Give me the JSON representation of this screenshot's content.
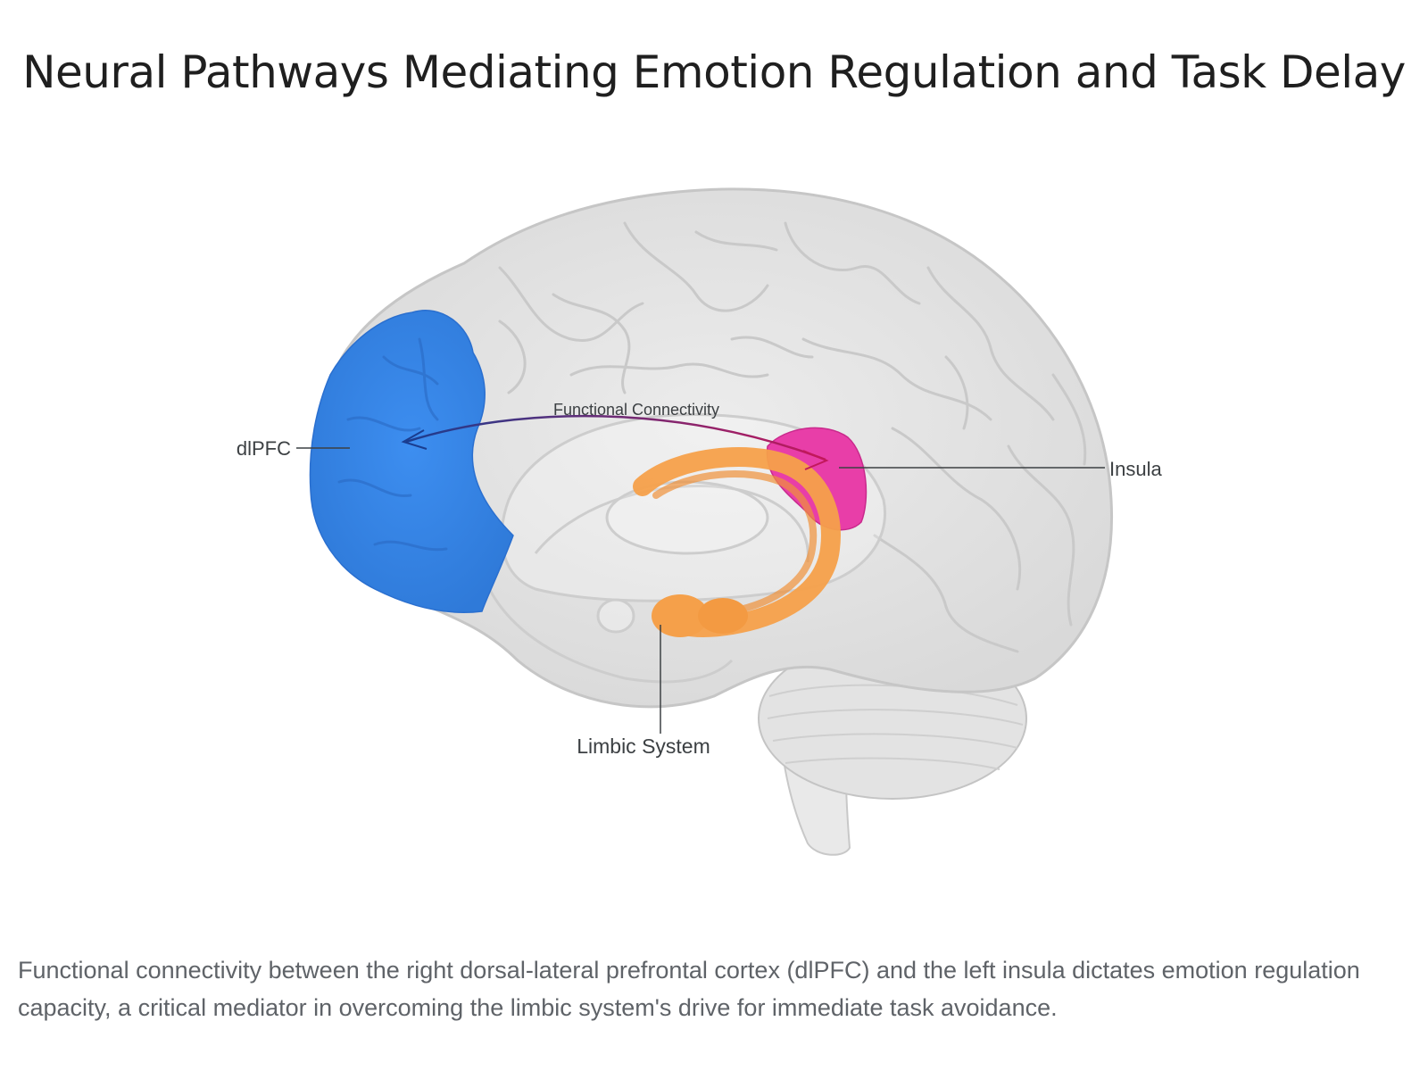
{
  "title": "Neural Pathways Mediating Emotion Regulation and Task Delay",
  "diagram": {
    "connection_label": "Functional Connectivity",
    "regions": [
      {
        "name": "dlPFC",
        "color": "#3787e6"
      },
      {
        "name": "Insula",
        "color": "#e83ea8"
      },
      {
        "name": "Limbic System",
        "color": "#f5a04a"
      }
    ],
    "brain_color": "#e6e6e6",
    "arrow_gradient": [
      "#1a3d8f",
      "#c2185b"
    ]
  },
  "caption": "Functional connectivity between the right dorsal-lateral prefrontal cortex (dlPFC) and the left insula dictates emotion regulation capacity, a critical mediator in overcoming the limbic system's drive for immediate task avoidance."
}
